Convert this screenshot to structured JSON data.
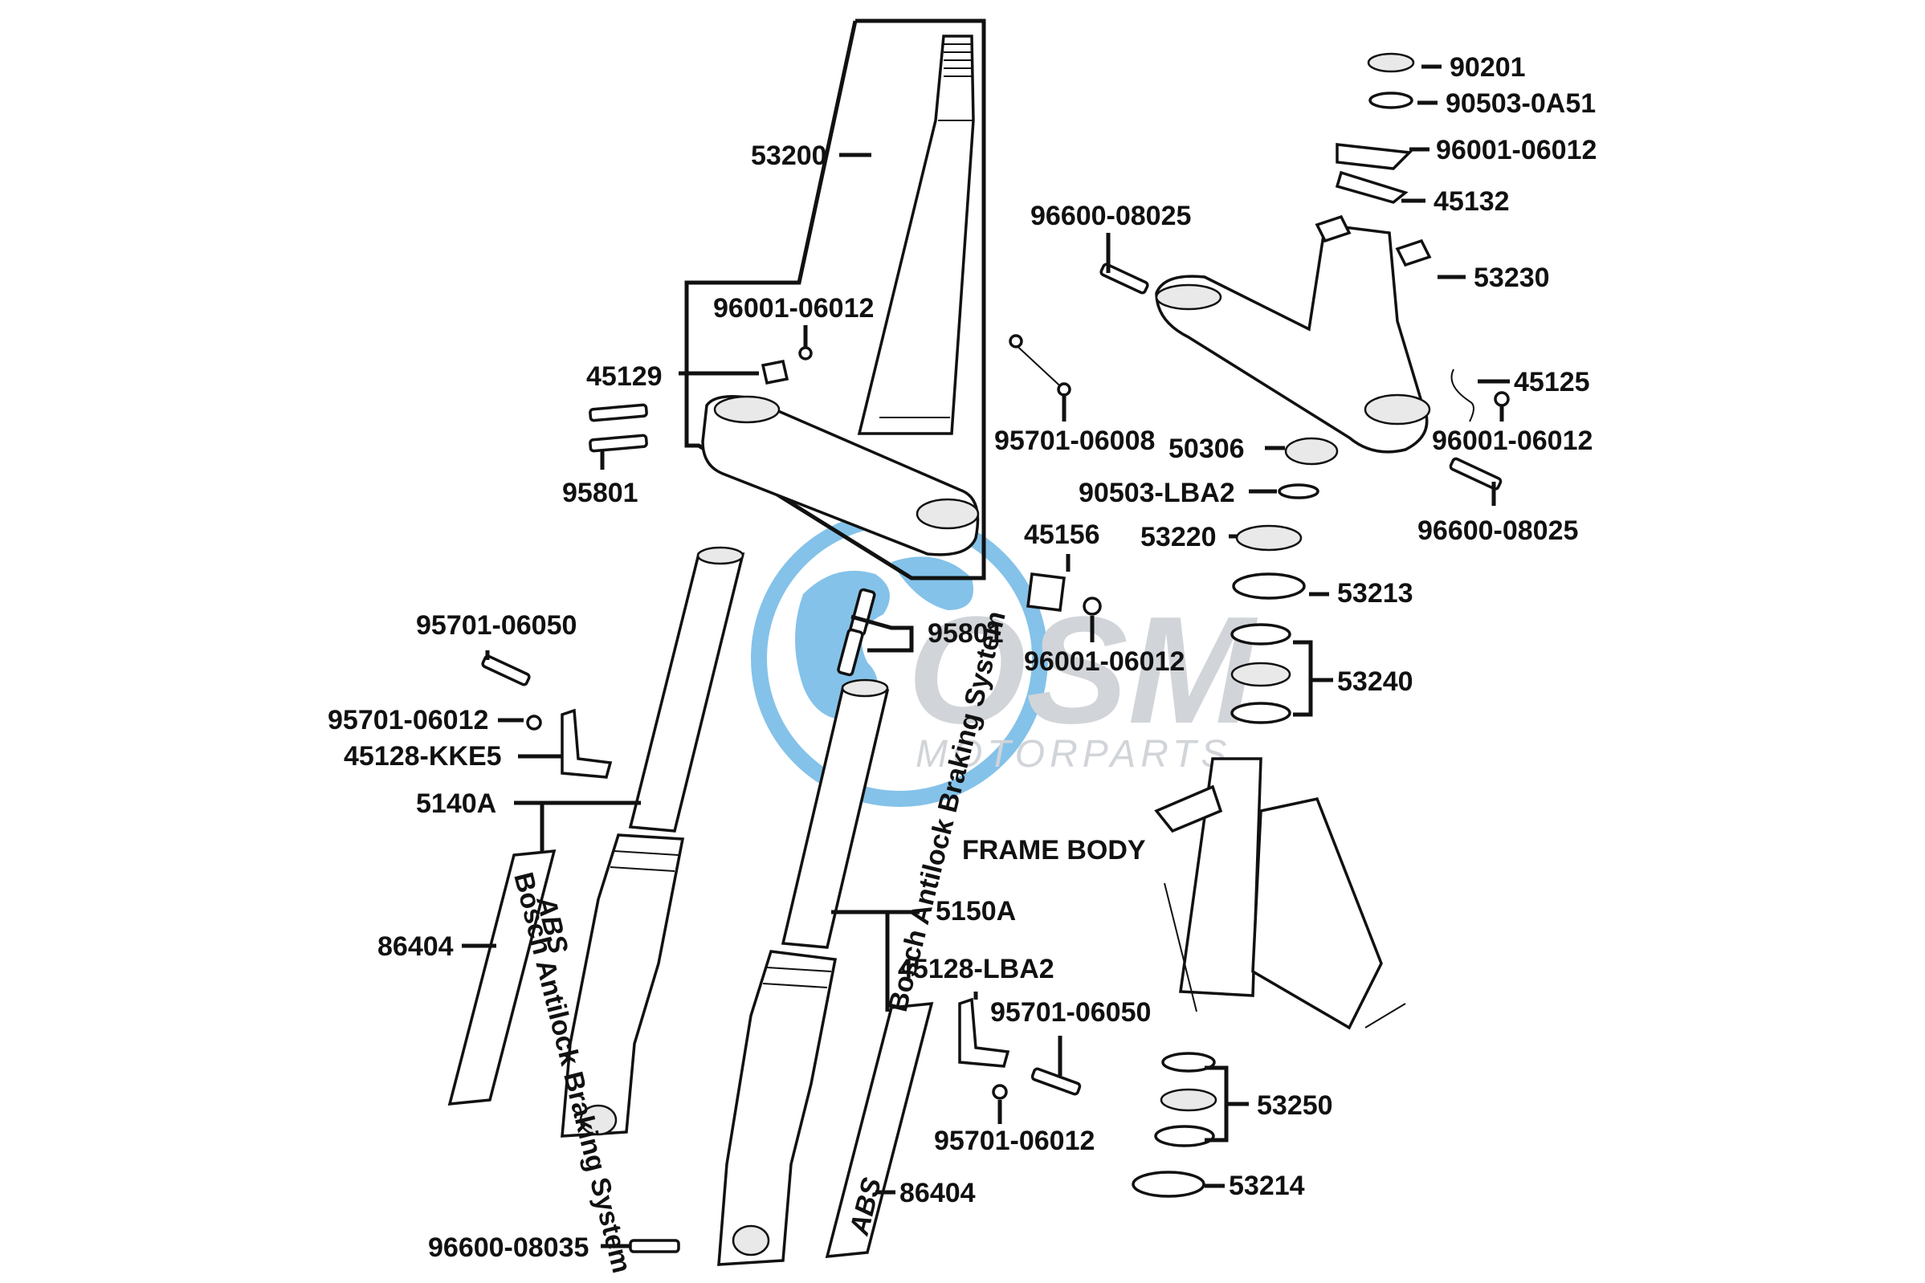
{
  "watermark": {
    "brand": "OSM",
    "tagline": "MOTORPARTS",
    "color_blue": "#6fb8e6",
    "color_grey": "#c9cdd2"
  },
  "parts": {
    "p53200": "53200",
    "p96001_top": "96001-06012",
    "p45129": "45129",
    "p95801_left": "95801",
    "p96600_08025_top": "96600-08025",
    "p95701_06008": "95701-06008",
    "p90201": "90201",
    "p90503_0A51": "90503-0A51",
    "p96001_right": "96001-06012",
    "p45132": "45132",
    "p53230": "53230",
    "p45125": "45125",
    "p96001_bracket": "96001-06012",
    "p50306": "50306",
    "p90503_LBA2": "90503-LBA2",
    "p53220": "53220",
    "p96600_08025_bottom": "96600-08025",
    "p45156": "45156",
    "p53213": "53213",
    "p95801_center": "95801",
    "p96001_center": "96001-06012",
    "p53240": "53240",
    "p95701_06050_left": "95701-06050",
    "p95701_06012_left": "95701-06012",
    "p45128_KKE5": "45128-KKE5",
    "p5140A": "5140A",
    "frame_body": "FRAME BODY",
    "p5150A": "5150A",
    "p86404_left": "86404",
    "p45128_LBA2": "45128-LBA2",
    "p95701_06050_right": "95701-06050",
    "p53250": "53250",
    "p95701_06012_right": "95701-06012",
    "p53214": "53214",
    "p86404_right": "86404",
    "p96600_08035": "96600-08035"
  },
  "decals": {
    "logo": "ABS",
    "caption": "Bosch Antilock Braking System"
  }
}
